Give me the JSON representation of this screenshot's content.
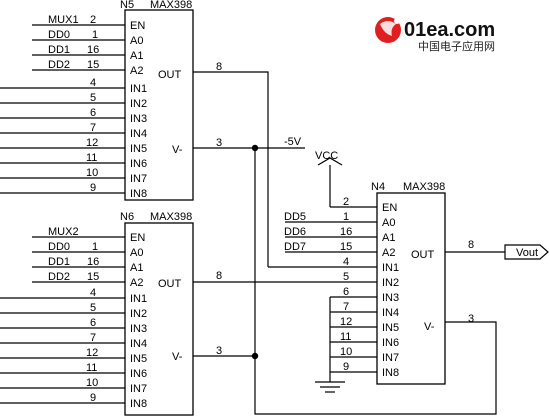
{
  "logo": {
    "text": "01ea.com",
    "subtitle": "中国电子应用网",
    "accent_color": "#e02020"
  },
  "chips": {
    "n5": {
      "ref": "N5",
      "part": "MAX398",
      "pins": {
        "en": "EN",
        "a0": "A0",
        "a1": "A1",
        "a2": "A2",
        "out": "OUT",
        "vminus": "V-",
        "in": [
          "IN1",
          "IN2",
          "IN3",
          "IN4",
          "IN5",
          "IN6",
          "IN7",
          "IN8"
        ]
      },
      "nums": {
        "en": "2",
        "a0": "1",
        "a1": "16",
        "a2": "15",
        "out": "8",
        "vminus": "3",
        "in": [
          "4",
          "5",
          "6",
          "7",
          "12",
          "11",
          "10",
          "9"
        ]
      },
      "nets": {
        "en": "MUX1",
        "a0": "DD0",
        "a1": "DD1",
        "a2": "DD2"
      }
    },
    "n6": {
      "ref": "N6",
      "part": "MAX398",
      "pins": {
        "en": "EN",
        "a0": "A0",
        "a1": "A1",
        "a2": "A2",
        "out": "OUT",
        "vminus": "V-",
        "in": [
          "IN1",
          "IN2",
          "IN3",
          "IN4",
          "IN5",
          "IN6",
          "IN7",
          "IN8"
        ]
      },
      "nums": {
        "en": "",
        "a0": "1",
        "a1": "16",
        "a2": "15",
        "out": "8",
        "vminus": "3",
        "in": [
          "4",
          "5",
          "6",
          "7",
          "12",
          "11",
          "10",
          "9"
        ]
      },
      "nets": {
        "en": "MUX2",
        "a0": "DD0",
        "a1": "DD1",
        "a2": "DD2"
      }
    },
    "n4": {
      "ref": "N4",
      "part": "MAX398",
      "pins": {
        "en": "EN",
        "a0": "A0",
        "a1": "A1",
        "a2": "A2",
        "out": "OUT",
        "vminus": "V-",
        "in": [
          "IN1",
          "IN2",
          "IN3",
          "IN4",
          "IN5",
          "IN6",
          "IN7",
          "IN8"
        ]
      },
      "nums": {
        "en": "2",
        "a0": "1",
        "a1": "16",
        "a2": "15",
        "out": "8",
        "vminus": "3",
        "in": [
          "4",
          "5",
          "6",
          "7",
          "12",
          "11",
          "10",
          "9"
        ]
      },
      "nets": {
        "a0": "DD5",
        "a1": "DD6",
        "a2": "DD7"
      }
    }
  },
  "nets": {
    "neg5v": "-5V",
    "vcc": "VCC",
    "vout": "Vout"
  }
}
